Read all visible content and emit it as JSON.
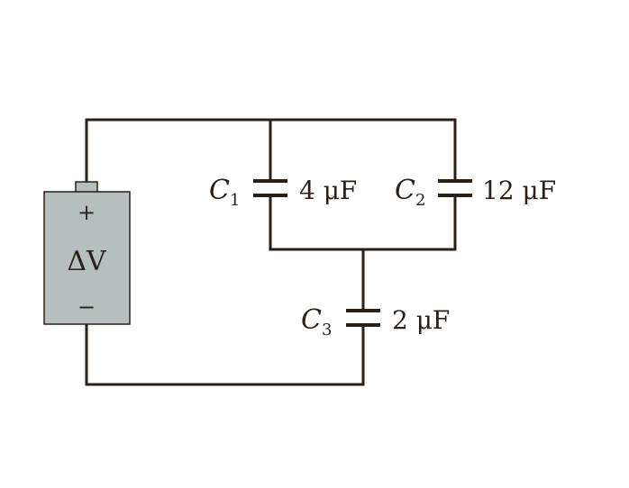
{
  "battery": {
    "symbol": "ΔV",
    "plus": "+",
    "minus": "−",
    "fill_color": "#b5bfc0",
    "stroke_color": "#2b2017"
  },
  "capacitors": {
    "c1": {
      "letter": "C",
      "subscript": "1",
      "value": "4 μF"
    },
    "c2": {
      "letter": "C",
      "subscript": "2",
      "value": "12 μF"
    },
    "c3": {
      "letter": "C",
      "subscript": "3",
      "value": "2 μF"
    }
  },
  "colors": {
    "wire": "#2b2017",
    "background": "#ffffff"
  }
}
